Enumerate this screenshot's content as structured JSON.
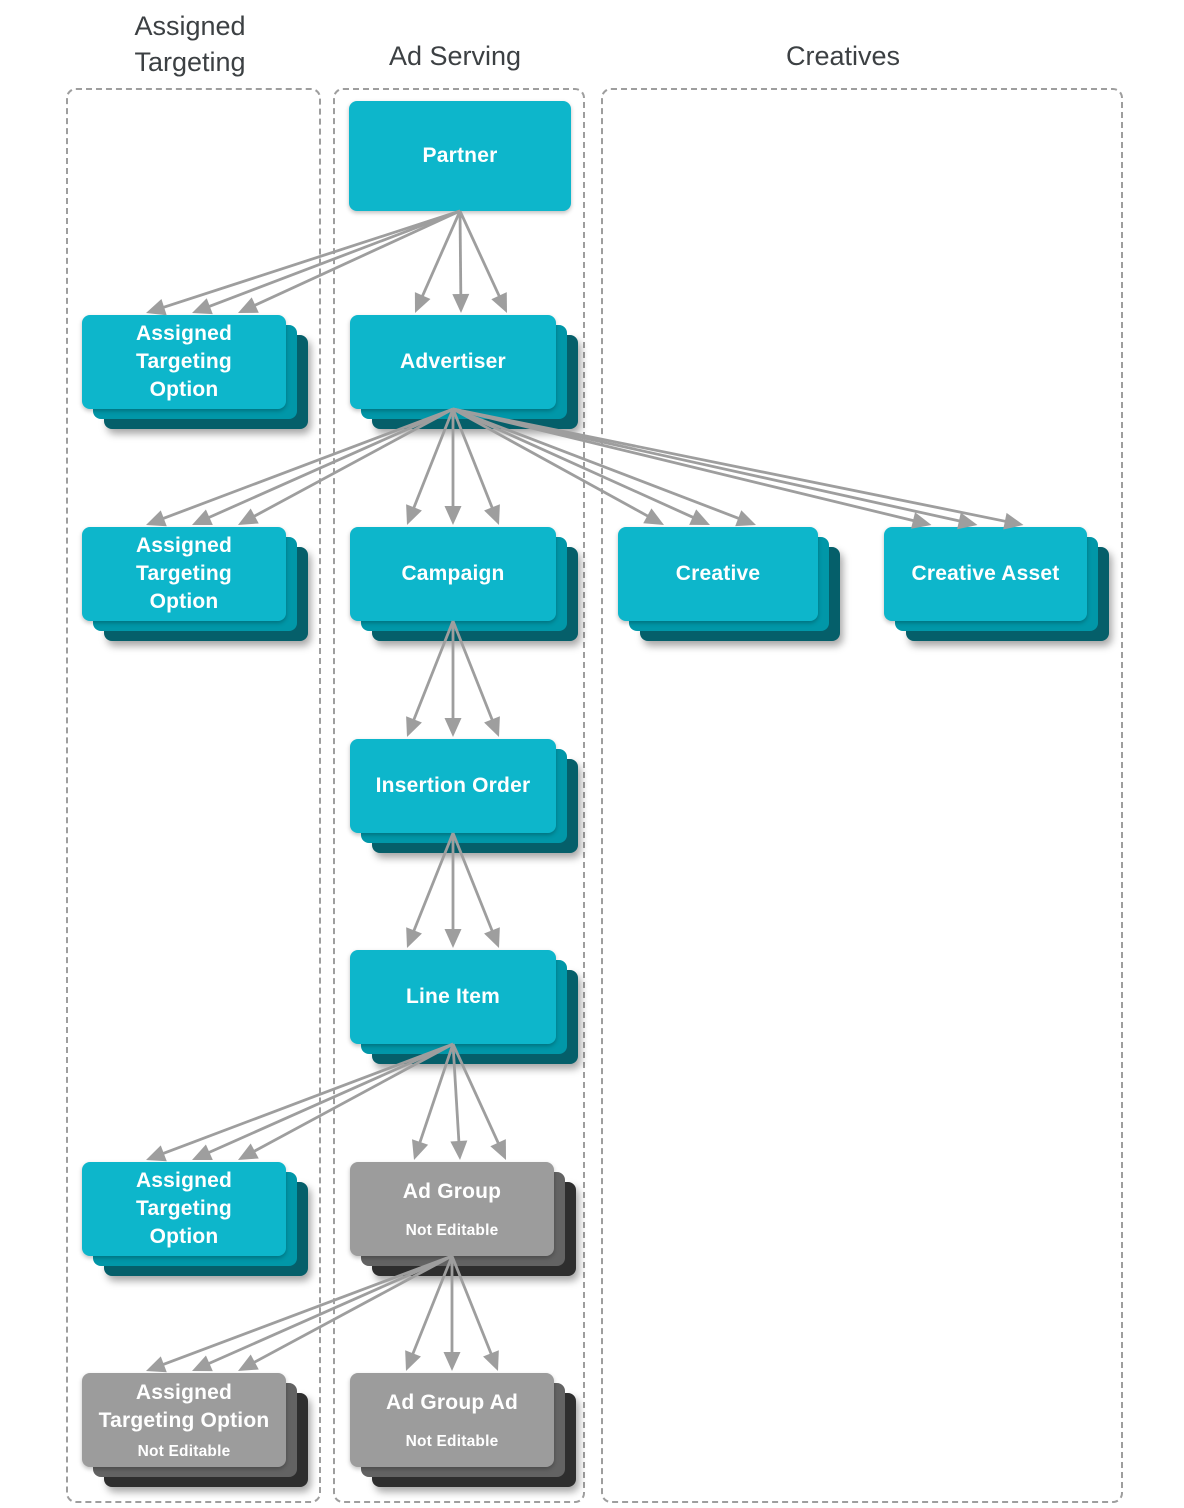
{
  "columns": [
    {
      "id": "assigned-targeting",
      "label": "Assigned\nTargeting"
    },
    {
      "id": "ad-serving",
      "label": "Ad Serving"
    },
    {
      "id": "creatives",
      "label": "Creatives"
    }
  ],
  "nodes": [
    {
      "id": "partner",
      "label": "Partner",
      "variant": "teal",
      "stacked": false
    },
    {
      "id": "assigned-targeting-option-1",
      "label": "Assigned\nTargeting\nOption",
      "variant": "teal",
      "stacked": true
    },
    {
      "id": "advertiser",
      "label": "Advertiser",
      "variant": "teal",
      "stacked": true
    },
    {
      "id": "assigned-targeting-option-2",
      "label": "Assigned\nTargeting\nOption",
      "variant": "teal",
      "stacked": true
    },
    {
      "id": "campaign",
      "label": "Campaign",
      "variant": "teal",
      "stacked": true
    },
    {
      "id": "creative",
      "label": "Creative",
      "variant": "teal",
      "stacked": true
    },
    {
      "id": "creative-asset",
      "label": "Creative Asset",
      "variant": "teal",
      "stacked": true
    },
    {
      "id": "insertion-order",
      "label": "Insertion Order",
      "variant": "teal",
      "stacked": true
    },
    {
      "id": "line-item",
      "label": "Line Item",
      "variant": "teal",
      "stacked": true
    },
    {
      "id": "assigned-targeting-option-3",
      "label": "Assigned\nTargeting\nOption",
      "variant": "teal",
      "stacked": true
    },
    {
      "id": "ad-group",
      "label": "Ad Group",
      "sublabel": "Not Editable",
      "variant": "gray",
      "stacked": true
    },
    {
      "id": "assigned-targeting-option-4",
      "label": "Assigned\nTargeting Option",
      "sublabel": "Not Editable",
      "variant": "gray",
      "stacked": true
    },
    {
      "id": "ad-group-ad",
      "label": "Ad Group Ad",
      "sublabel": "Not Editable",
      "variant": "gray",
      "stacked": true
    }
  ],
  "edges": [
    {
      "from": "partner",
      "to": "assigned-targeting-option-1"
    },
    {
      "from": "partner",
      "to": "advertiser"
    },
    {
      "from": "advertiser",
      "to": "assigned-targeting-option-2"
    },
    {
      "from": "advertiser",
      "to": "campaign"
    },
    {
      "from": "advertiser",
      "to": "creative"
    },
    {
      "from": "advertiser",
      "to": "creative-asset"
    },
    {
      "from": "campaign",
      "to": "insertion-order"
    },
    {
      "from": "insertion-order",
      "to": "line-item"
    },
    {
      "from": "line-item",
      "to": "assigned-targeting-option-3"
    },
    {
      "from": "line-item",
      "to": "ad-group"
    },
    {
      "from": "ad-group",
      "to": "assigned-targeting-option-4"
    },
    {
      "from": "ad-group",
      "to": "ad-group-ad"
    }
  ],
  "colors": {
    "teal_card": "#0db6cb",
    "teal_layer_mid": "#0197a8",
    "teal_layer_dark": "#055f6a",
    "gray_card": "#9c9c9c",
    "gray_layer_mid": "#636363",
    "gray_layer_dark": "#2e2e2e",
    "arrow": "#9e9e9e",
    "panel_border": "#9e9e9e",
    "header_text": "#3c4043",
    "card_text": "#ffffff"
  }
}
